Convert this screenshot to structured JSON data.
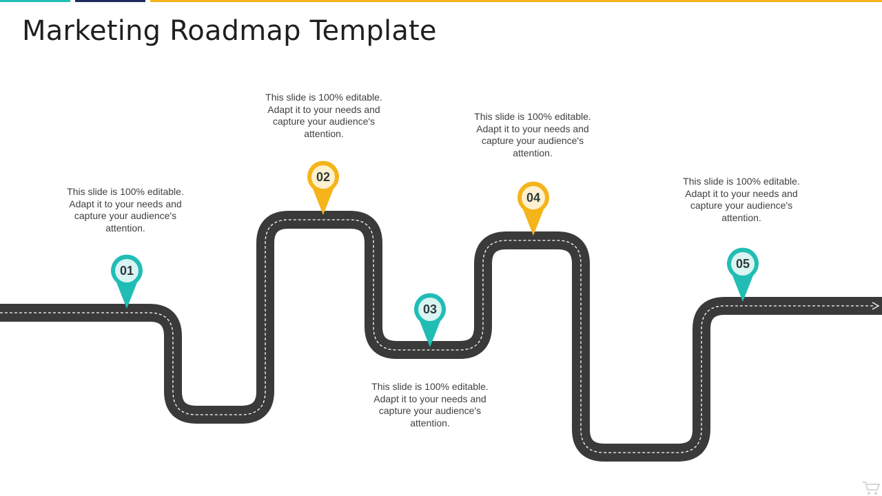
{
  "title": "Marketing Roadmap Template",
  "colors": {
    "teal": "#21bdb5",
    "yellow": "#f4b41a",
    "navy": "#1f2a5c",
    "road": "#3a3a3a",
    "lane": "#ffffff"
  },
  "top_bars": [
    "teal",
    "navy",
    "yellow"
  ],
  "milestones": [
    {
      "label": "01",
      "color": "teal",
      "text": "This slide is 100% editable. Adapt it to your needs and capture your audience's attention."
    },
    {
      "label": "02",
      "color": "yellow",
      "text": "This slide is 100% editable. Adapt it to your needs and capture your audience's attention."
    },
    {
      "label": "03",
      "color": "teal",
      "text": "This slide is 100% editable. Adapt it to your needs and capture your audience's attention."
    },
    {
      "label": "04",
      "color": "yellow",
      "text": "This slide is 100% editable. Adapt it to your needs and capture your audience's attention."
    },
    {
      "label": "05",
      "color": "teal",
      "text": "This slide is 100% editable. Adapt it to your needs and capture your audience's attention."
    }
  ],
  "icons": {
    "watermark": "cart-icon"
  }
}
